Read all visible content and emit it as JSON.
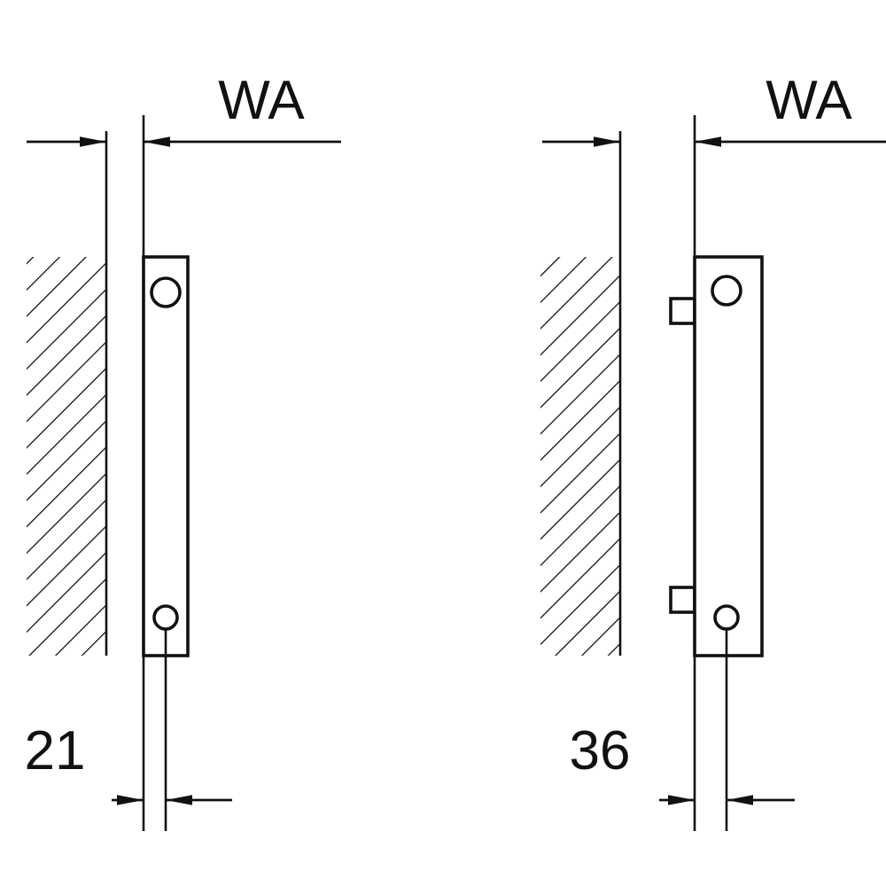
{
  "diagram": {
    "kind": "radiator wall-distance side-view technical drawing",
    "background_color": "#ffffff",
    "line_color": "#111111",
    "views": {
      "left": {
        "description": "flat panel radiator side view with wall hatching",
        "wall_distance_label": "WA",
        "pipe_offset_label": "21"
      },
      "right": {
        "description": "profiled radiator with mounting tabs side view with wall hatching",
        "wall_distance_label": "WA",
        "pipe_offset_label": "36"
      }
    }
  }
}
